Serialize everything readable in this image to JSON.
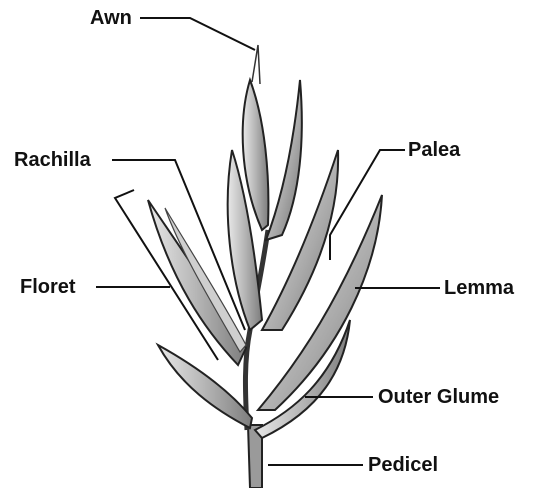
{
  "labels": {
    "awn": "Awn",
    "rachilla": "Rachilla",
    "palea": "Palea",
    "floret": "Floret",
    "lemma": "Lemma",
    "outer_glume": "Outer Glume",
    "pedicel": "Pedicel"
  },
  "colors": {
    "ink": "#111111",
    "glume_fill": "#bdbdbd",
    "glume_shade": "#8a8a8a",
    "background": "#ffffff"
  }
}
